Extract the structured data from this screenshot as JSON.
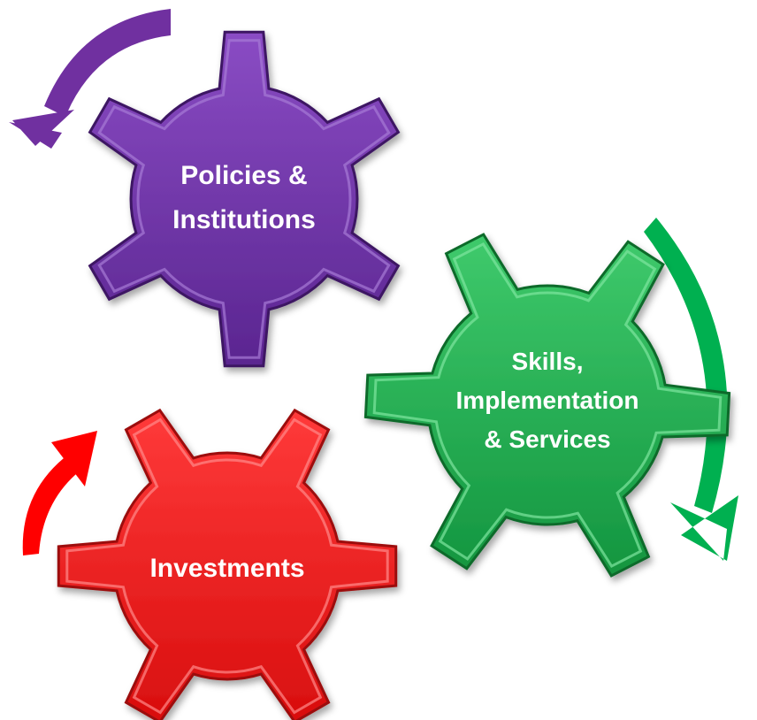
{
  "gears": [
    {
      "id": "policies",
      "lines": [
        "Policies &",
        "Institutions"
      ],
      "color": "#6a2fa0",
      "dark": "#3e1563",
      "light": "#9460c8"
    },
    {
      "id": "skills",
      "lines": [
        "Skills,",
        "Implementation",
        "& Services"
      ],
      "color": "#1fae4e",
      "dark": "#0d6b2b",
      "light": "#5fd886"
    },
    {
      "id": "investments",
      "lines": [
        "Investments"
      ],
      "color": "#ee1c1c",
      "dark": "#9c0a0a",
      "light": "#ff6060"
    }
  ],
  "arrows": [
    {
      "id": "policies-arrow",
      "color": "#7030a0"
    },
    {
      "id": "skills-arrow",
      "color": "#00b050"
    },
    {
      "id": "investments-arrow",
      "color": "#ff0000"
    }
  ]
}
